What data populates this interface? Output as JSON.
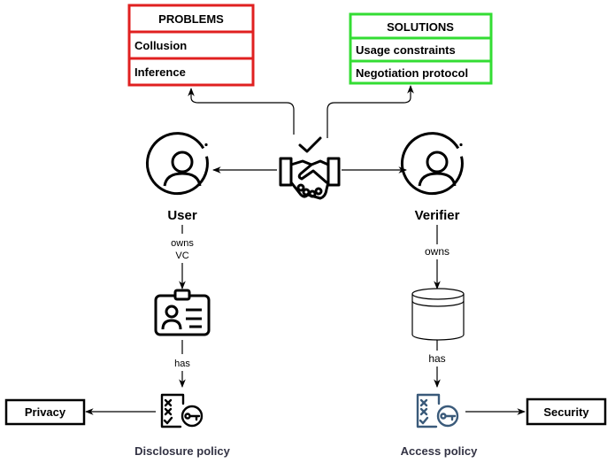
{
  "problems": {
    "title": "PROBLEMS",
    "items": [
      "Collusion",
      "Inference"
    ]
  },
  "solutions": {
    "title": "SOLUTIONS",
    "items": [
      "Usage constraints",
      "Negotiation protocol"
    ]
  },
  "user": {
    "label": "User",
    "edge_label_line1": "owns",
    "edge_label_line2": "VC",
    "edge_label_has": "has"
  },
  "verifier": {
    "label": "Verifier",
    "edge_label_owns": "owns",
    "edge_label_has": "has"
  },
  "disclosure_policy": {
    "label": "Disclosure policy"
  },
  "access_policy": {
    "label": "Access policy"
  },
  "privacy": {
    "label": "Privacy"
  },
  "security": {
    "label": "Security"
  },
  "icons": {
    "handshake": "handshake-icon",
    "user": "user-avatar-icon",
    "verifier": "verifier-avatar-icon",
    "id_card": "id-card-icon",
    "database": "database-icon",
    "policy": "policy-checklist-icon"
  },
  "colors": {
    "problems_border": "#e02020",
    "solutions_border": "#33dd33",
    "line": "#000000",
    "caption": "#333344",
    "icon_blue": "#3a5a7a"
  }
}
